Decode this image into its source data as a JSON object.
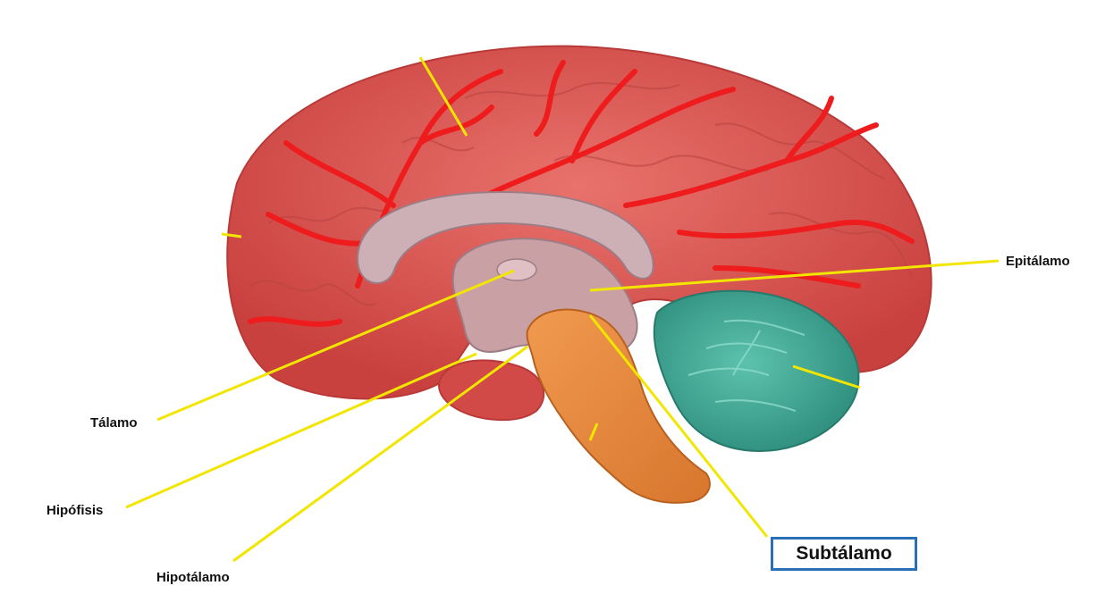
{
  "labels": {
    "epitalamo": "Epitálamo",
    "talamo": "Tálamo",
    "hipofisis": "Hipófisis",
    "hipotalamo": "Hipotálamo",
    "subtalamo": "Subtálamo"
  },
  "colors": {
    "cerebrum": "#d9534f",
    "vessels": "#ee1c1c",
    "corpus_callosum": "#c9a9b0",
    "brainstem": "#e8893c",
    "cerebellum": "#3fa695",
    "leader_lines": "#f2e600",
    "highlight_box": "#2b6fb6"
  },
  "icons": [
    "brain-model-illustration"
  ]
}
